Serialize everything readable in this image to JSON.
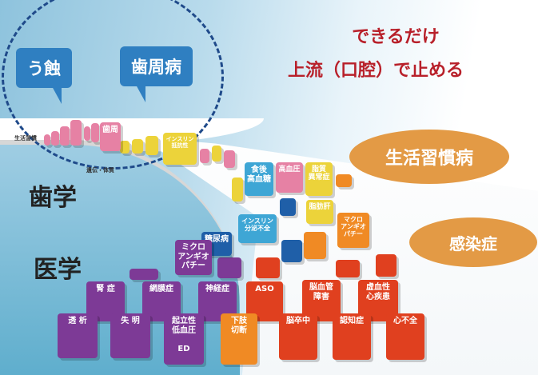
{
  "bubbles": [
    "う蝕",
    "歯周病"
  ],
  "headline": [
    "できるだけ",
    "上流（口腔）で止める"
  ],
  "ovals": [
    "生活習慣病",
    "感染症"
  ],
  "side_labels": {
    "dental": "歯学",
    "medical": "医学"
  },
  "small_labels": {
    "lifestyle": "生活習慣",
    "heredity": "遺伝・体質"
  },
  "colors": {
    "purple": "#7d3a96",
    "red": "#e0401f",
    "orange": "#f08a24",
    "yellow": "#ecd33a",
    "pink": "#e681a4",
    "blue": "#1f5fa8",
    "cyan": "#3ea6d5"
  },
  "blocks": [
    {
      "label": "歯周",
      "color": "pink"
    },
    {
      "label": "インスリン\n抵抗性",
      "color": "yellow"
    },
    {
      "label": "食後\n高血糖",
      "color": "cyan"
    },
    {
      "label": "高血圧",
      "color": "pink"
    },
    {
      "label": "脂質\n異常症",
      "color": "yellow"
    },
    {
      "label": "脂肪肝",
      "color": "yellow"
    },
    {
      "label": "インスリン\n分泌不全",
      "color": "cyan"
    },
    {
      "label": "糖尿病",
      "color": "blue"
    },
    {
      "label": "マクロ\nアンギオ\nパチー",
      "color": "orange"
    },
    {
      "label": "ミクロ\nアンギオ\nパチー",
      "color": "purple"
    },
    {
      "label": "腎 症",
      "color": "purple"
    },
    {
      "label": "網膜症",
      "color": "purple"
    },
    {
      "label": "神経症",
      "color": "purple"
    },
    {
      "label": "ASO",
      "color": "red"
    },
    {
      "label": "脳血管\n障害",
      "color": "red"
    },
    {
      "label": "虚血性\n心疾患",
      "color": "red"
    },
    {
      "label": "透 析",
      "color": "purple"
    },
    {
      "label": "失 明",
      "color": "purple"
    },
    {
      "label": "起立性\n低血圧\n\nED",
      "color": "purple"
    },
    {
      "label": "下肢\n切断",
      "color": "orange"
    },
    {
      "label": "脳卒中",
      "color": "red"
    },
    {
      "label": "認知症",
      "color": "red"
    },
    {
      "label": "心不全",
      "color": "red"
    }
  ]
}
